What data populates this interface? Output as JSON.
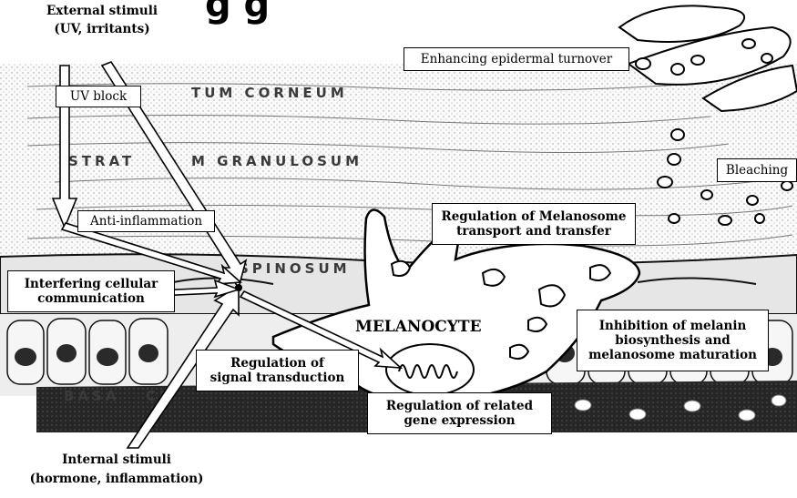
{
  "title_fragment": "g         g",
  "stimuli": {
    "external_line1": "External stimuli",
    "external_line2": "(UV, irritants)",
    "internal_line1": "Internal stimuli",
    "internal_line2": "(hormone, inflammation)"
  },
  "layers": {
    "corneum": "TUM CORNEUM",
    "granulosum_a": "STRAT",
    "granulosum_b": "M GRANULOSUM",
    "spinosum": "SPINOSUM",
    "basale": "BASA",
    "basale_b": "CE"
  },
  "cell_label": "MELANOCYTE",
  "boxes": {
    "uv_block": "UV block",
    "enhancing": "Enhancing epidermal turnover",
    "bleaching": "Bleaching",
    "anti_inflammation": "Anti-inflammation",
    "regulation_melanosome": "Regulation of Melanosome\ntransport and transfer",
    "interfering": "Interfering cellular\ncommunication",
    "inhibition": "Inhibition of melanin\nbiosynthesis and\nmelanosome maturation",
    "regulation_signal": "Regulation of\nsignal transduction",
    "regulation_gene": "Regulation of related\ngene expression"
  },
  "colors": {
    "ink": "#000000",
    "paper": "#ffffff",
    "shade": "#d9d9d9",
    "dark": "#1e1e1e"
  }
}
